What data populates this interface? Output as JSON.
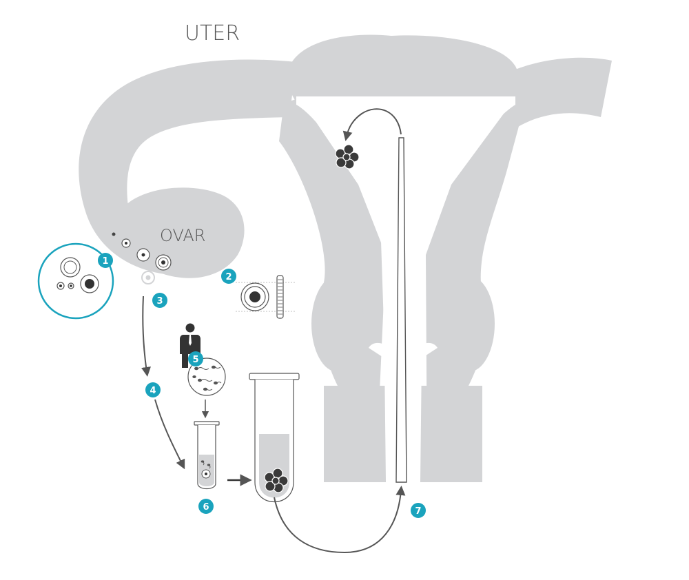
{
  "labels": {
    "uterus": "UTER",
    "ovary": "OVAR"
  },
  "steps": [
    "1",
    "2",
    "3",
    "4",
    "5",
    "6",
    "7"
  ],
  "colors": {
    "organ": "#d3d4d6",
    "accent": "#1aa3bd",
    "line": "#555555",
    "label": "#555555",
    "white": "#ffffff"
  }
}
